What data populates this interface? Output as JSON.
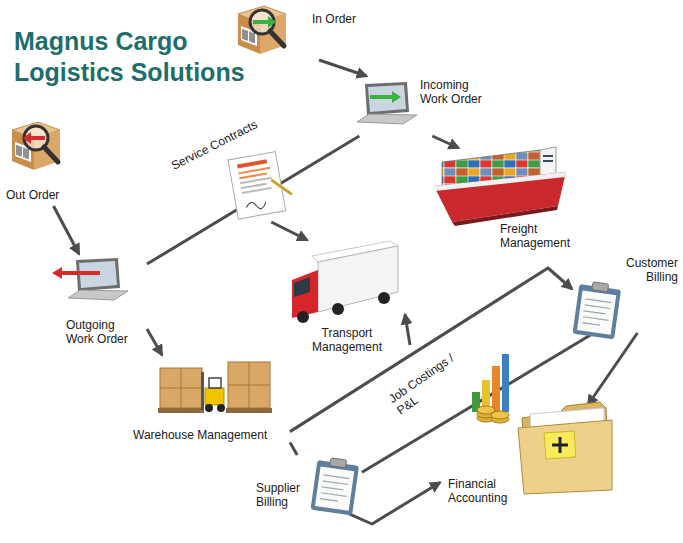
{
  "diagram": {
    "title": "Magnus Cargo Logistics Solutions",
    "nodes": [
      {
        "text": [
          "In Order"
        ]
      },
      {
        "text": [
          "Incoming Work Order"
        ]
      },
      {
        "text": [
          "Out Order"
        ]
      },
      {
        "text": [
          "Service Contracts"
        ]
      },
      {
        "text": [
          "Freight Management"
        ]
      },
      {
        "text": [
          "Transport Management"
        ]
      },
      {
        "text": [
          "Outgoing Work Order"
        ]
      },
      {
        "text": [
          "Warehouse Management"
        ]
      },
      {
        "text": [
          "Customer Billing"
        ]
      },
      {
        "text": [
          "Job Costings / P&L"
        ]
      },
      {
        "text": [
          "Supplier Billing"
        ]
      },
      {
        "text": [
          "Financial Accounting"
        ]
      }
    ],
    "edges": [
      {
        "from": 0,
        "to": 1,
        "arrow": "to"
      },
      {
        "from": 1,
        "to": 4,
        "arrow": "to"
      },
      {
        "from": 2,
        "to": 6,
        "arrow": "to"
      },
      {
        "from": 1,
        "to": 6,
        "arrow": "none"
      },
      {
        "from": 3,
        "to": 5,
        "arrow": "to"
      },
      {
        "from": 6,
        "to": 7,
        "arrow": "to"
      },
      {
        "from": 7,
        "to": 8,
        "arrow": "to"
      },
      {
        "from": 9,
        "to": 5,
        "arrow": "to"
      },
      {
        "from": 8,
        "to": 11,
        "arrow": "to"
      },
      {
        "from": 10,
        "to": 11,
        "arrow": "to"
      },
      {
        "from": 7,
        "to": 10,
        "arrow": "none"
      },
      {
        "from": 10,
        "to": 8,
        "arrow": "none"
      }
    ]
  }
}
